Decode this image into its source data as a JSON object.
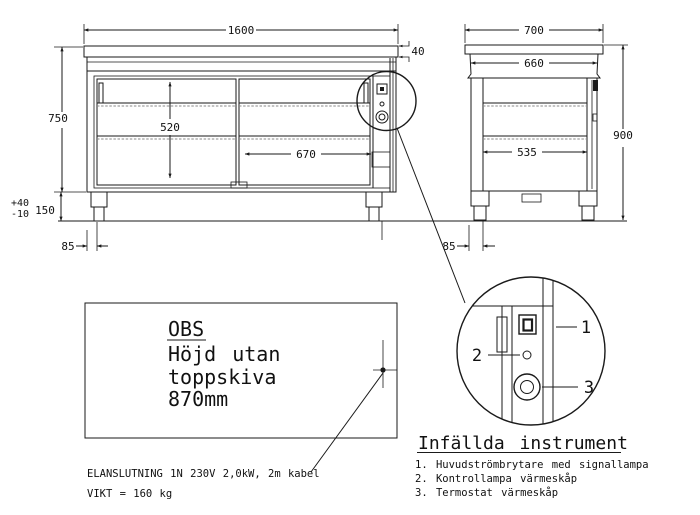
{
  "drawing": {
    "front": {
      "width": "1600",
      "height": "750",
      "shelf_height": "520",
      "door_width": "670",
      "top_thickness": "40",
      "leg_height": "150",
      "tol_plus": "+40",
      "tol_minus": "-10",
      "leg_offset": "85"
    },
    "side": {
      "depth": "700",
      "inner_depth": "660",
      "height": "900",
      "inner_width": "535",
      "leg_offset": "85"
    },
    "detail": {
      "callout_1": "1",
      "callout_2": "2",
      "callout_3": "3"
    },
    "legend": {
      "heading": "Infällda instrument",
      "items": [
        "1. Huvudströmbrytare med signallampa",
        "2. Kontrollampa värmeskåp",
        "3. Termostat värmeskåp"
      ]
    },
    "note": {
      "heading": "OBS",
      "line1": "Höjd utan",
      "line2": "toppskiva",
      "line3": "870mm"
    },
    "footnotes": {
      "electrical": "ELANSLUTNING 1N 230V 2,0kW, 2m kabel",
      "weight": "VIKT = 160 kg"
    },
    "colors": {
      "line": "#1a1a1a",
      "background": "#ffffff"
    }
  }
}
